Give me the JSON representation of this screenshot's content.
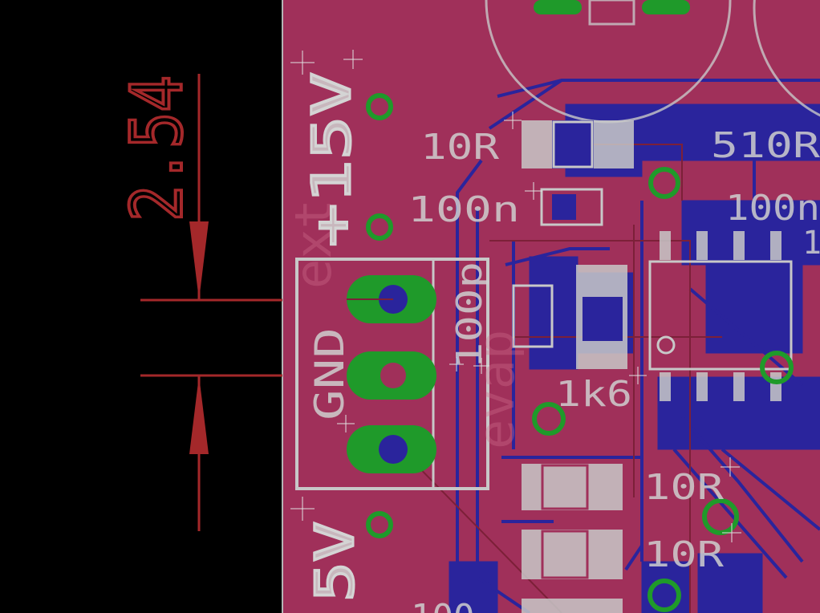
{
  "colors": {
    "background": "#000000",
    "board": "#a0305a",
    "copper_bottom": "#2a249c",
    "silk": "#c8c8c8",
    "pad_top": "#1f9a2a",
    "dimension": "#a4282a"
  },
  "dimension": {
    "value": "2.54"
  },
  "labels": {
    "v15": "+15V",
    "gnd": "GND",
    "v5": "5V",
    "r10_1": "10R",
    "r10_2": "10R",
    "r10_3": "10R",
    "r510": "510R",
    "c100n_1": "100n",
    "c100n_2": "100n",
    "r100p": "100p",
    "r1k6": "1k6",
    "partial_1": "1",
    "partial_100": "100"
  }
}
